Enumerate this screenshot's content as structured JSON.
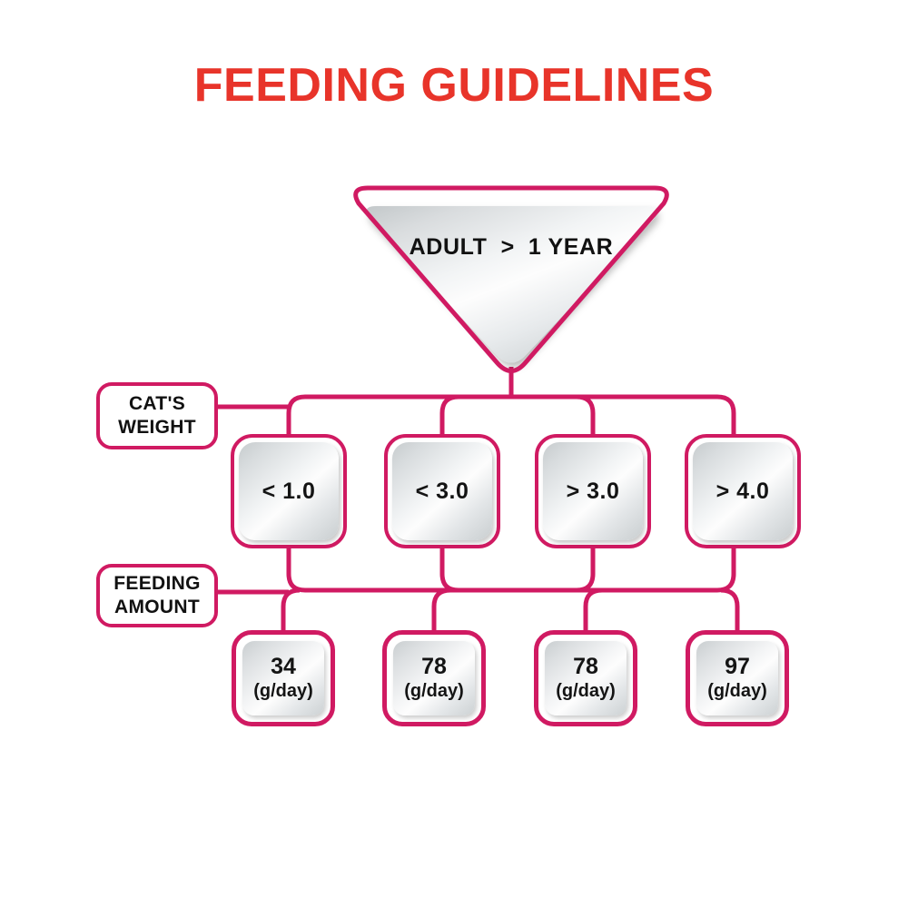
{
  "title": "FEEDING GUIDELINES",
  "theme": {
    "title_color": "#E8342A",
    "line_color": "#D01A62",
    "text_color": "#111111",
    "background": "#FFFFFF"
  },
  "root_node": {
    "label": "ADULT  >  1 YEAR",
    "shape": "inverted-rounded-triangle"
  },
  "row_labels": {
    "weight": "CAT'S\nWEIGHT",
    "weight_line1": "CAT'S",
    "weight_line2": "WEIGHT",
    "amount": "FEEDING\nAMOUNT",
    "amount_line1": "FEEDING",
    "amount_line2": "AMOUNT"
  },
  "columns": [
    {
      "weight": "< 1.0",
      "amount_value": "34",
      "amount_unit": "(g/day)"
    },
    {
      "weight": "< 3.0",
      "amount_value": "78",
      "amount_unit": "(g/day)"
    },
    {
      "weight": "> 3.0",
      "amount_value": "78",
      "amount_unit": "(g/day)"
    },
    {
      "weight": "> 4.0",
      "amount_value": "97",
      "amount_unit": "(g/day)"
    }
  ]
}
